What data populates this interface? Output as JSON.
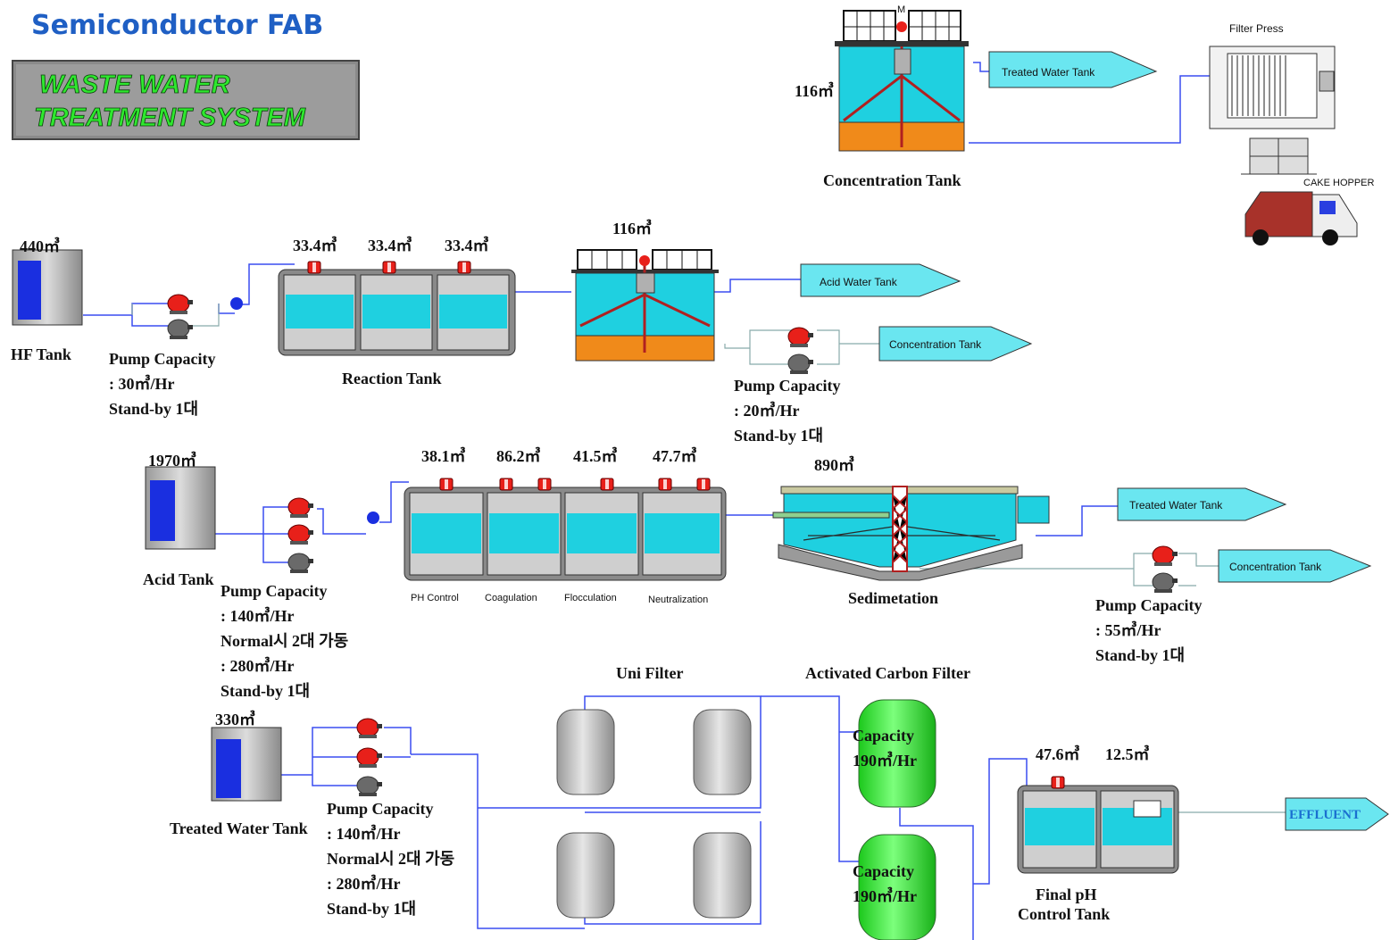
{
  "header": {
    "title": "Semiconductor FAB",
    "badge_line1": "WASTE WATER",
    "badge_line2": "TREATMENT SYSTEM"
  },
  "concentration_section": {
    "tank_volume": "116㎥",
    "tank_label": "Concentration Tank",
    "treated_arrow": "Treated Water  Tank",
    "filter_press": "Filter Press",
    "cake_label": "CAKE HOPPER"
  },
  "hf_line": {
    "hf_volume": "440㎥",
    "hf_label": "HF Tank",
    "pump_line1": "Pump Capacity",
    "pump_line2": ": 30㎥/Hr",
    "pump_line3": "Stand-by 1대",
    "reaction_volumes": [
      "33.4㎥",
      "33.4㎥",
      "33.4㎥"
    ],
    "reaction_label": "Reaction Tank",
    "clarifier_volume": "116㎥",
    "acid_arrow": "Acid Water  Tank",
    "conc_arrow": "Concentration  Tank",
    "pump2_line1": "Pump Capacity",
    "pump2_line2": ": 20㎥/Hr",
    "pump2_line3": "Stand-by 1대"
  },
  "acid_line": {
    "acid_volume": "1970㎥",
    "acid_label": "Acid Tank",
    "pump_line1": "Pump Capacity",
    "pump_line2": ": 140㎥/Hr",
    "pump_line3": "Normal시 2대 가동",
    "pump_line4": ": 280㎥/Hr",
    "pump_line5": "Stand-by 1대",
    "tank_volumes": [
      "38.1㎥",
      "86.2㎥",
      "41.5㎥",
      "47.7㎥"
    ],
    "tank_labels": [
      "PH Control",
      "Coagulation",
      "Flocculation",
      "Neutralization"
    ],
    "sed_volume": "890㎥",
    "sed_label": "Sedimetation",
    "treated_arrow": "Treated Water  Tank",
    "conc_arrow": "Concentration  Tank",
    "pump2_line1": "Pump Capacity",
    "pump2_line2": ": 55㎥/Hr",
    "pump2_line3": "Stand-by 1대"
  },
  "treated_line": {
    "tank_volume": "330㎥",
    "tank_label": "Treated Water Tank",
    "pump_line1": "Pump Capacity",
    "pump_line2": ": 140㎥/Hr",
    "pump_line3": "Normal시 2대 가동",
    "pump_line4": ": 280㎥/Hr",
    "pump_line5": "Stand-by 1대",
    "uni_filter": "Uni Filter",
    "carbon_filter": "Activated Carbon Filter",
    "carbon1_line1": "Capacity",
    "carbon1_line2": "190㎥/Hr",
    "carbon2_line1": "Capacity",
    "carbon2_line2": "190㎥/Hr",
    "final_volumes": [
      "47.6㎥",
      "12.5㎥"
    ],
    "final_line1": "Final pH",
    "final_line2": "Control Tank",
    "effluent": "EFFLUENT"
  },
  "colors": {
    "title": "#1f5fc4",
    "pipe": "#3a4df0",
    "water": "#1fd0e0",
    "sludge": "#f08a1a",
    "pump": "#e8201a",
    "tank_blue": "#1a2fe0",
    "carbon": "#2ee82e",
    "badge_text": "#2ee82e"
  }
}
